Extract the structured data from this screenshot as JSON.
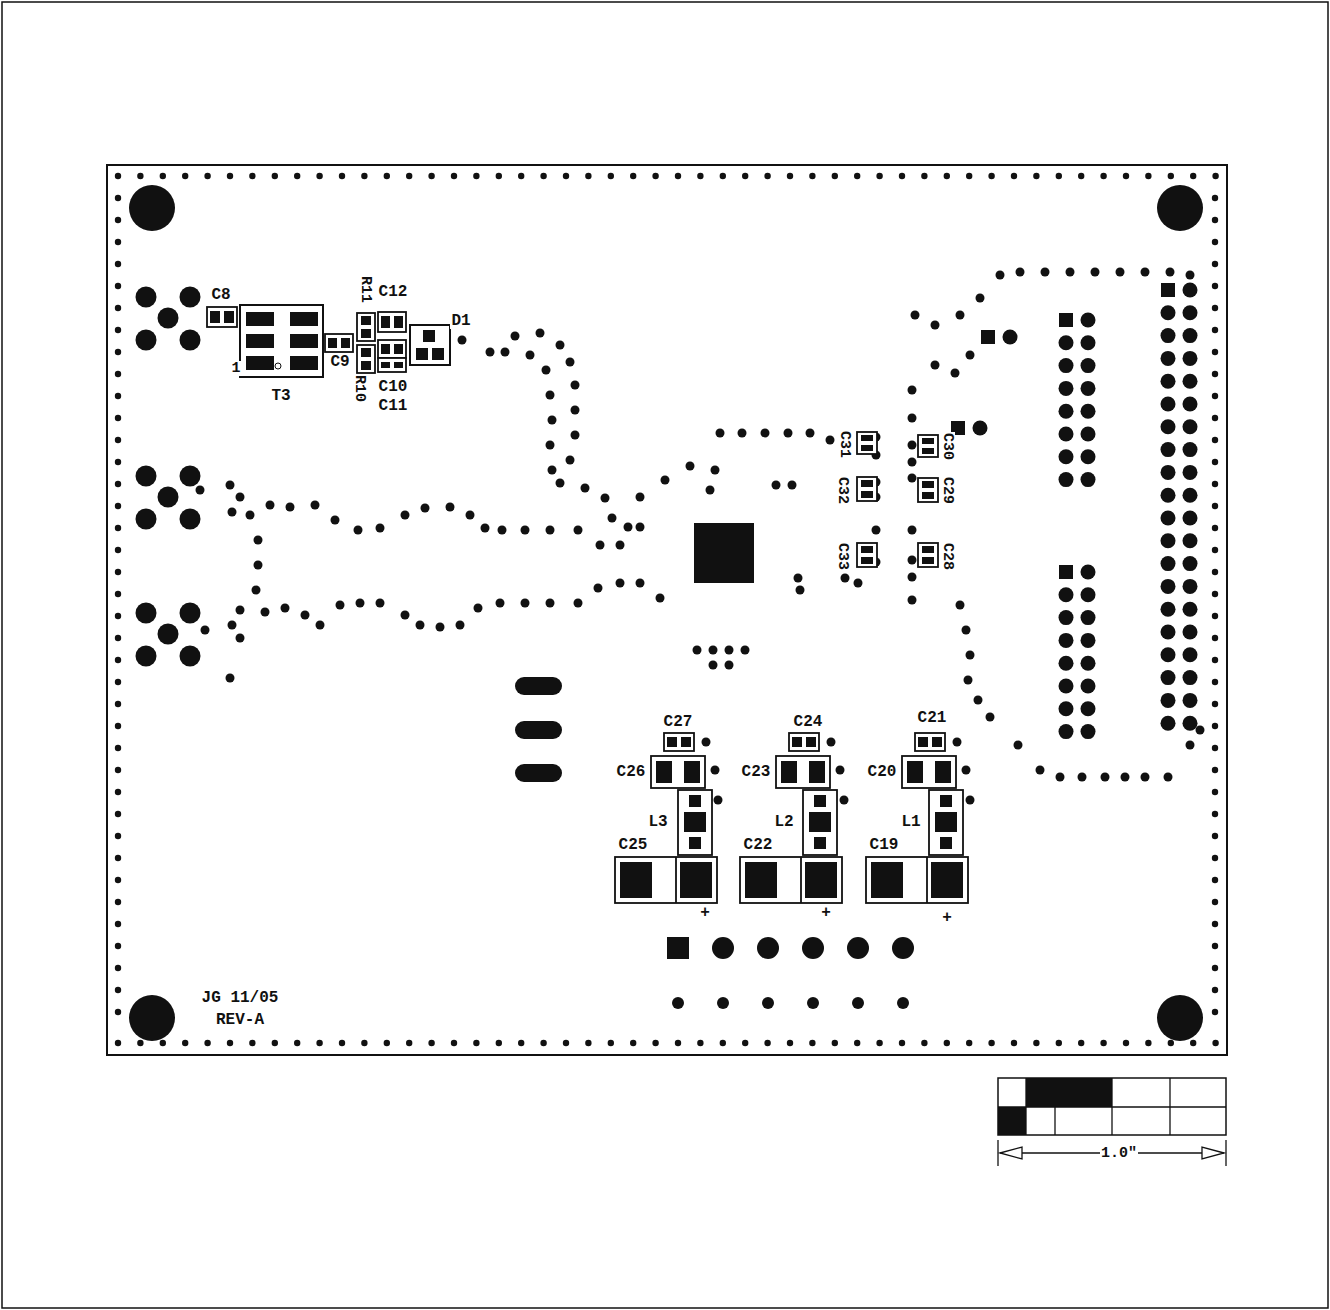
{
  "diagram": {
    "labels": [
      "C8",
      "T3",
      "1",
      "R11",
      "C12",
      "C9",
      "R10",
      "C10",
      "C11",
      "D1",
      "C31",
      "C32",
      "C33",
      "C30",
      "C29",
      "C28",
      "C27",
      "C24",
      "C21",
      "C26",
      "C23",
      "C20",
      "L3",
      "L2",
      "L1",
      "C25",
      "C22",
      "C19",
      "+",
      "+",
      "+",
      "JG 11/05",
      "REV-A",
      "1.0\""
    ]
  }
}
